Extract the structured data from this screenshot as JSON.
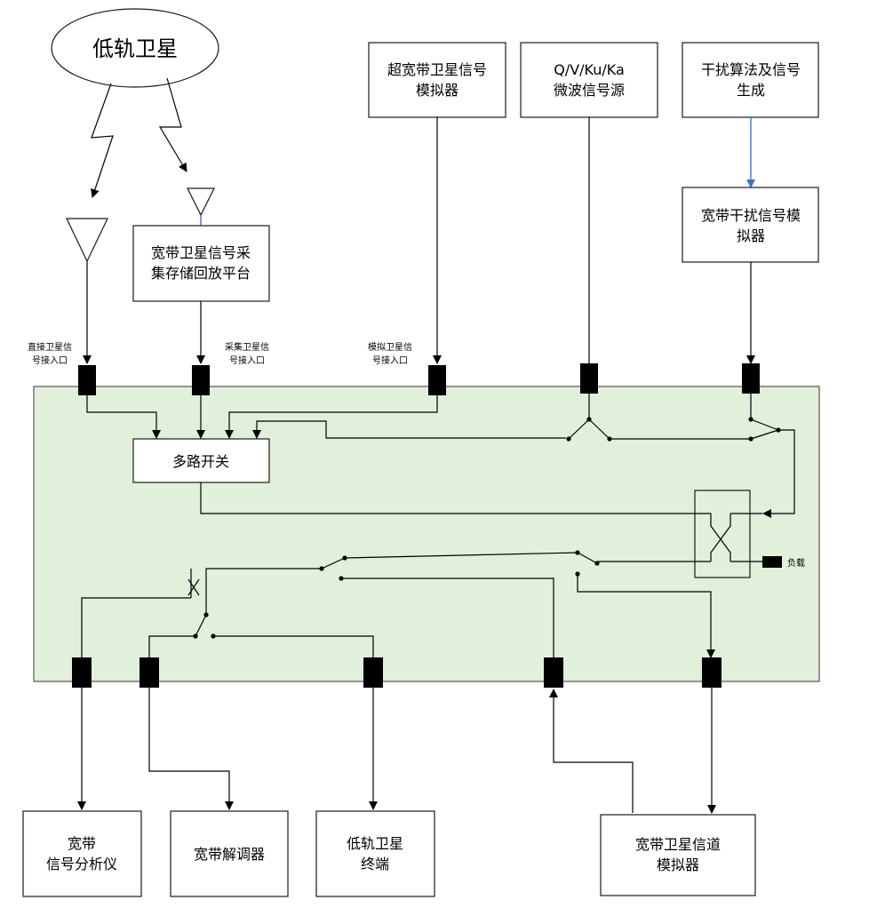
{
  "satellite": {
    "label": "低轨卫星"
  },
  "top_boxes": {
    "uwb_sim": [
      "超宽带卫星信号",
      "模拟器"
    ],
    "microwave": [
      "Q/V/Ku/Ka",
      "微波信号源"
    ],
    "interference_algo": [
      "干扰算法及信号",
      "生成"
    ],
    "interference_sim": [
      "宽带干扰信号模",
      "拟器"
    ],
    "record_playback": [
      "宽带卫星信号采",
      "集存储回放平台"
    ]
  },
  "port_labels": {
    "direct": [
      "直接卫星信",
      "号接入口"
    ],
    "capture": [
      "采集卫星信",
      "号接入口"
    ],
    "simulated": [
      "模拟卫星信",
      "号接入口"
    ]
  },
  "multiplexer": {
    "label": "多路开关"
  },
  "load": {
    "label": "负载"
  },
  "bottom_boxes": {
    "analyzer": [
      "宽带",
      "信号分析仪"
    ],
    "demodulator": [
      "宽带解调器"
    ],
    "terminal": [
      "低轨卫星",
      "终端"
    ],
    "channel_sim": [
      "宽带卫星信道",
      "模拟器"
    ]
  },
  "colors": {
    "panel_fill": "#e2efda",
    "link_blue": "#4472c4"
  }
}
